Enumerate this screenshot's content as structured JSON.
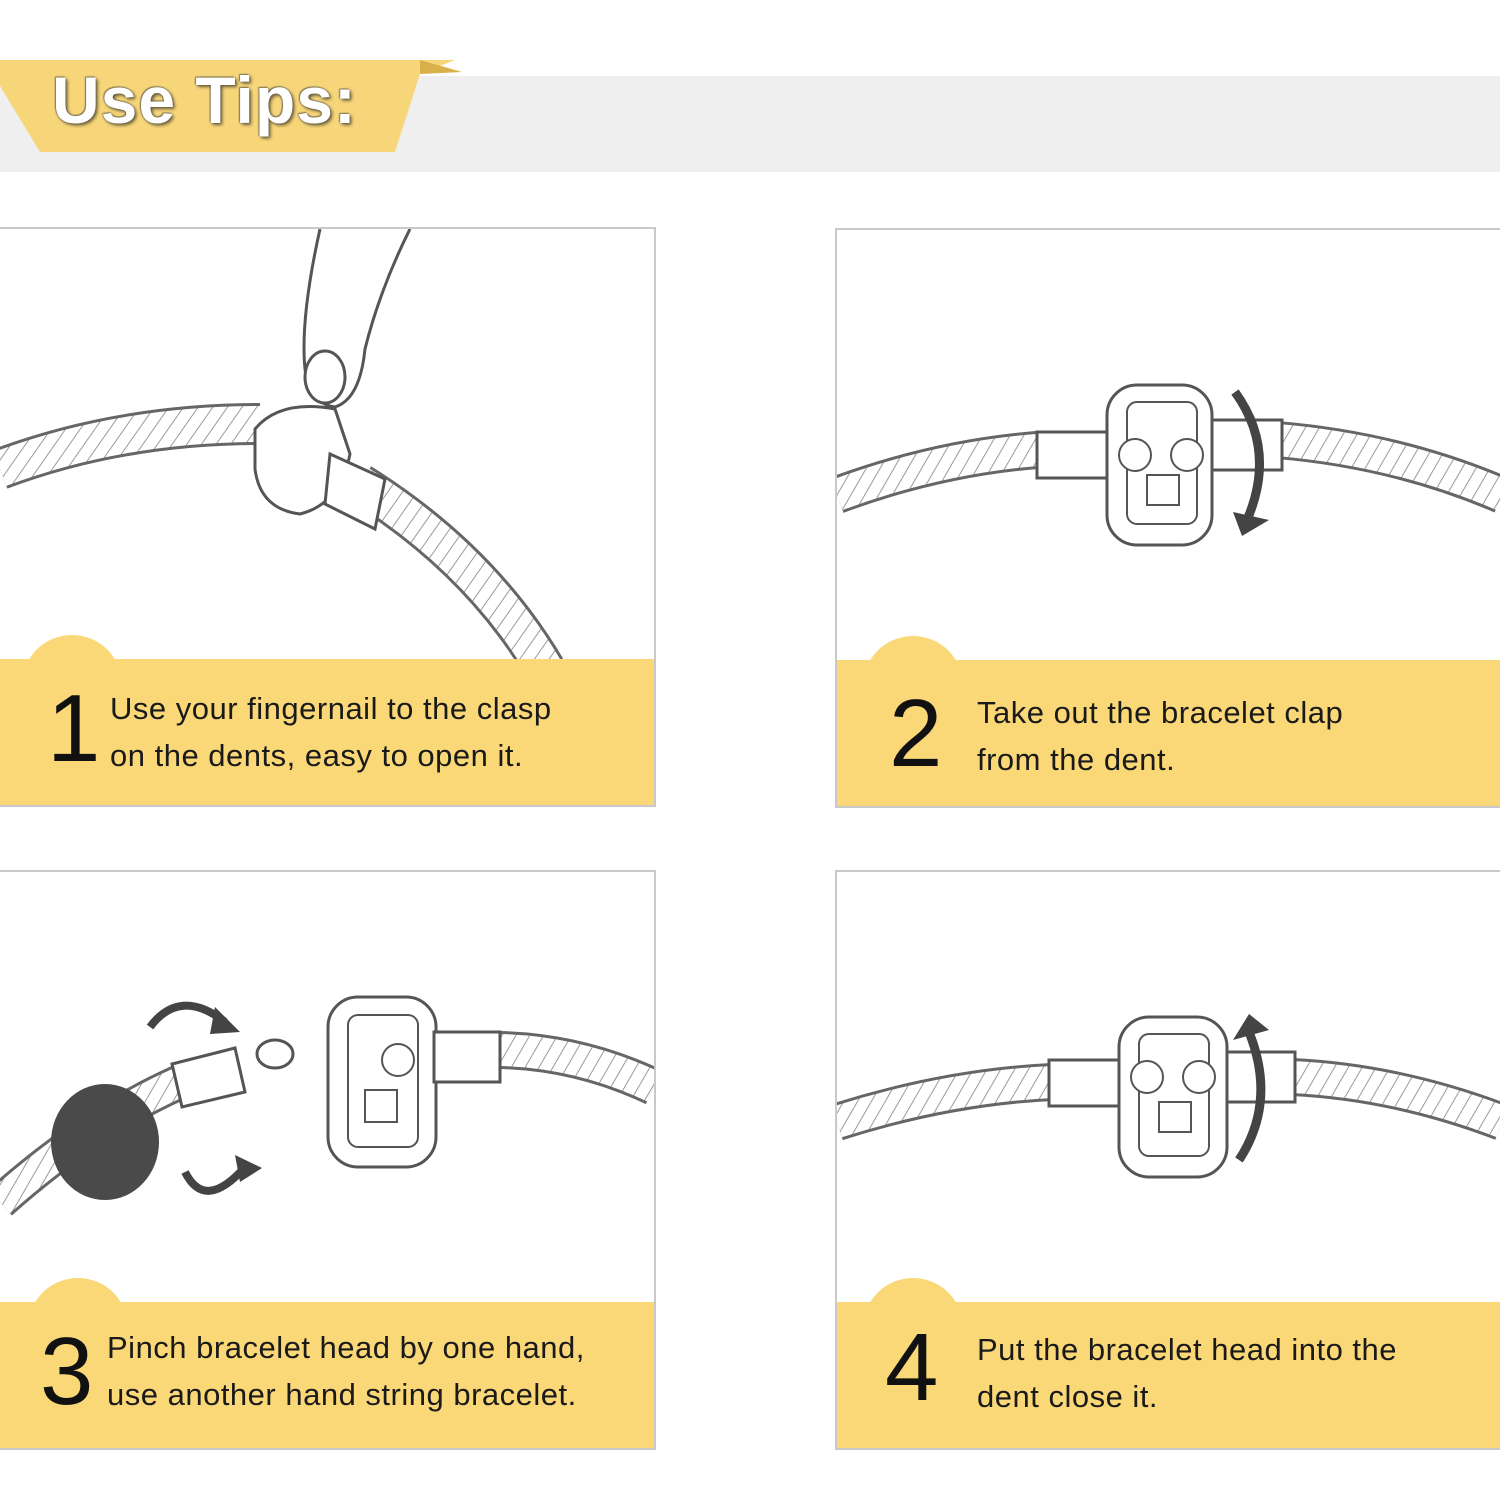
{
  "header": {
    "title": "Use Tips:",
    "badge_color": "#f7d67a",
    "bar_color": "#efefef"
  },
  "steps": [
    {
      "number": "1",
      "line1": "Use your fingernail to the clasp",
      "line2": "on the dents, easy to open it.",
      "illustration": "finger-opening-clasp"
    },
    {
      "number": "2",
      "line1": "Take out the bracelet clap",
      "line2": "from the dent.",
      "illustration": "clasp-with-rotate-arrow-down"
    },
    {
      "number": "3",
      "line1": "Pinch bracelet head by one hand,",
      "line2": "use another hand string bracelet.",
      "illustration": "bead-and-open-clasp"
    },
    {
      "number": "4",
      "line1": "Put the bracelet head into the",
      "line2": "dent close it.",
      "illustration": "clasp-with-rotate-arrow-up"
    }
  ],
  "caption_color": "#fad877"
}
